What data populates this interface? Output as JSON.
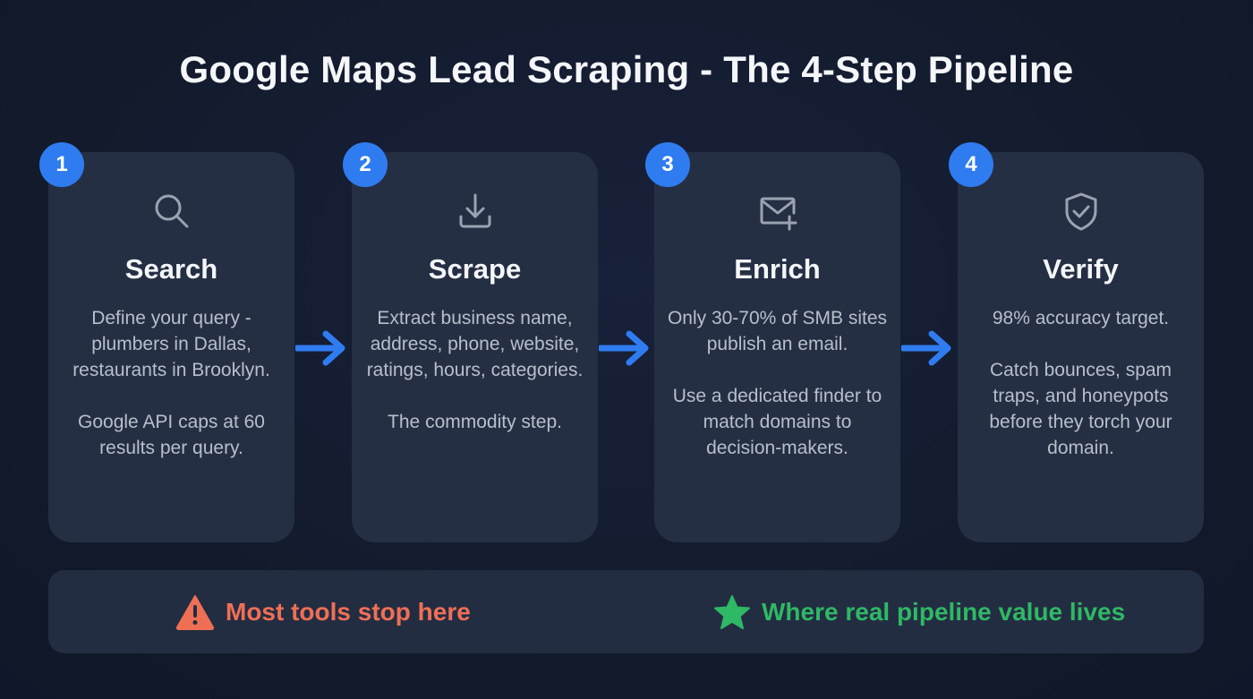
{
  "title": "Google Maps Lead Scraping - The 4-Step Pipeline",
  "colors": {
    "accent": "#2f7cf0",
    "warning": "#ef6f55",
    "success": "#2fb865",
    "card": "#252f44",
    "background": "#131a2c"
  },
  "steps": [
    {
      "number": "1",
      "icon": "search-icon",
      "title": "Search",
      "paragraphs": [
        "Define your query - plumbers in Dallas, restaurants in Brooklyn.",
        "Google API caps at 60 results per query."
      ]
    },
    {
      "number": "2",
      "icon": "download-icon",
      "title": "Scrape",
      "paragraphs": [
        "Extract business name, address, phone, website, ratings, hours, categories.",
        "The commodity step."
      ]
    },
    {
      "number": "3",
      "icon": "mail-plus-icon",
      "title": "Enrich",
      "paragraphs": [
        "Only 30-70% of SMB sites publish an email.",
        "Use a dedicated finder to match domains to decision-makers."
      ]
    },
    {
      "number": "4",
      "icon": "shield-check-icon",
      "title": "Verify",
      "paragraphs": [
        "98% accuracy target.",
        "Catch bounces, spam traps, and honeypots before they torch your domain."
      ]
    }
  ],
  "banner": {
    "left": {
      "icon": "warning-icon",
      "label": "Most tools stop here"
    },
    "right": {
      "icon": "star-icon",
      "label": "Where real pipeline value lives"
    }
  }
}
